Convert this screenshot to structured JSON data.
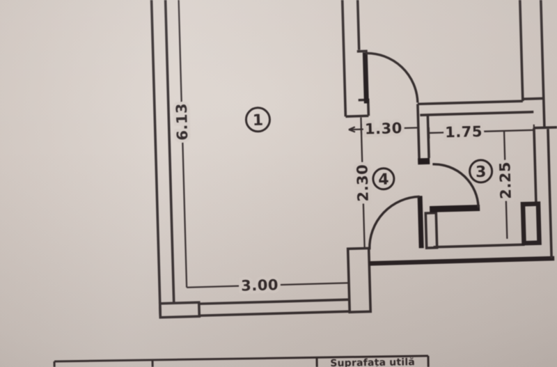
{
  "plan": {
    "room_labels": {
      "r1": "1",
      "r4": "4",
      "r3": "3"
    },
    "dimensions": {
      "left_height": "6.13",
      "bottom_width": "3.00",
      "door_opening": "1.30",
      "room4_depth": "2.30",
      "room3_width": "1.75",
      "room3_depth": "2.25"
    },
    "table": {
      "surface_header": "Suprafața utilă"
    }
  },
  "colors": {
    "paper": "#d6cdc7",
    "ink": "#2e2728"
  }
}
